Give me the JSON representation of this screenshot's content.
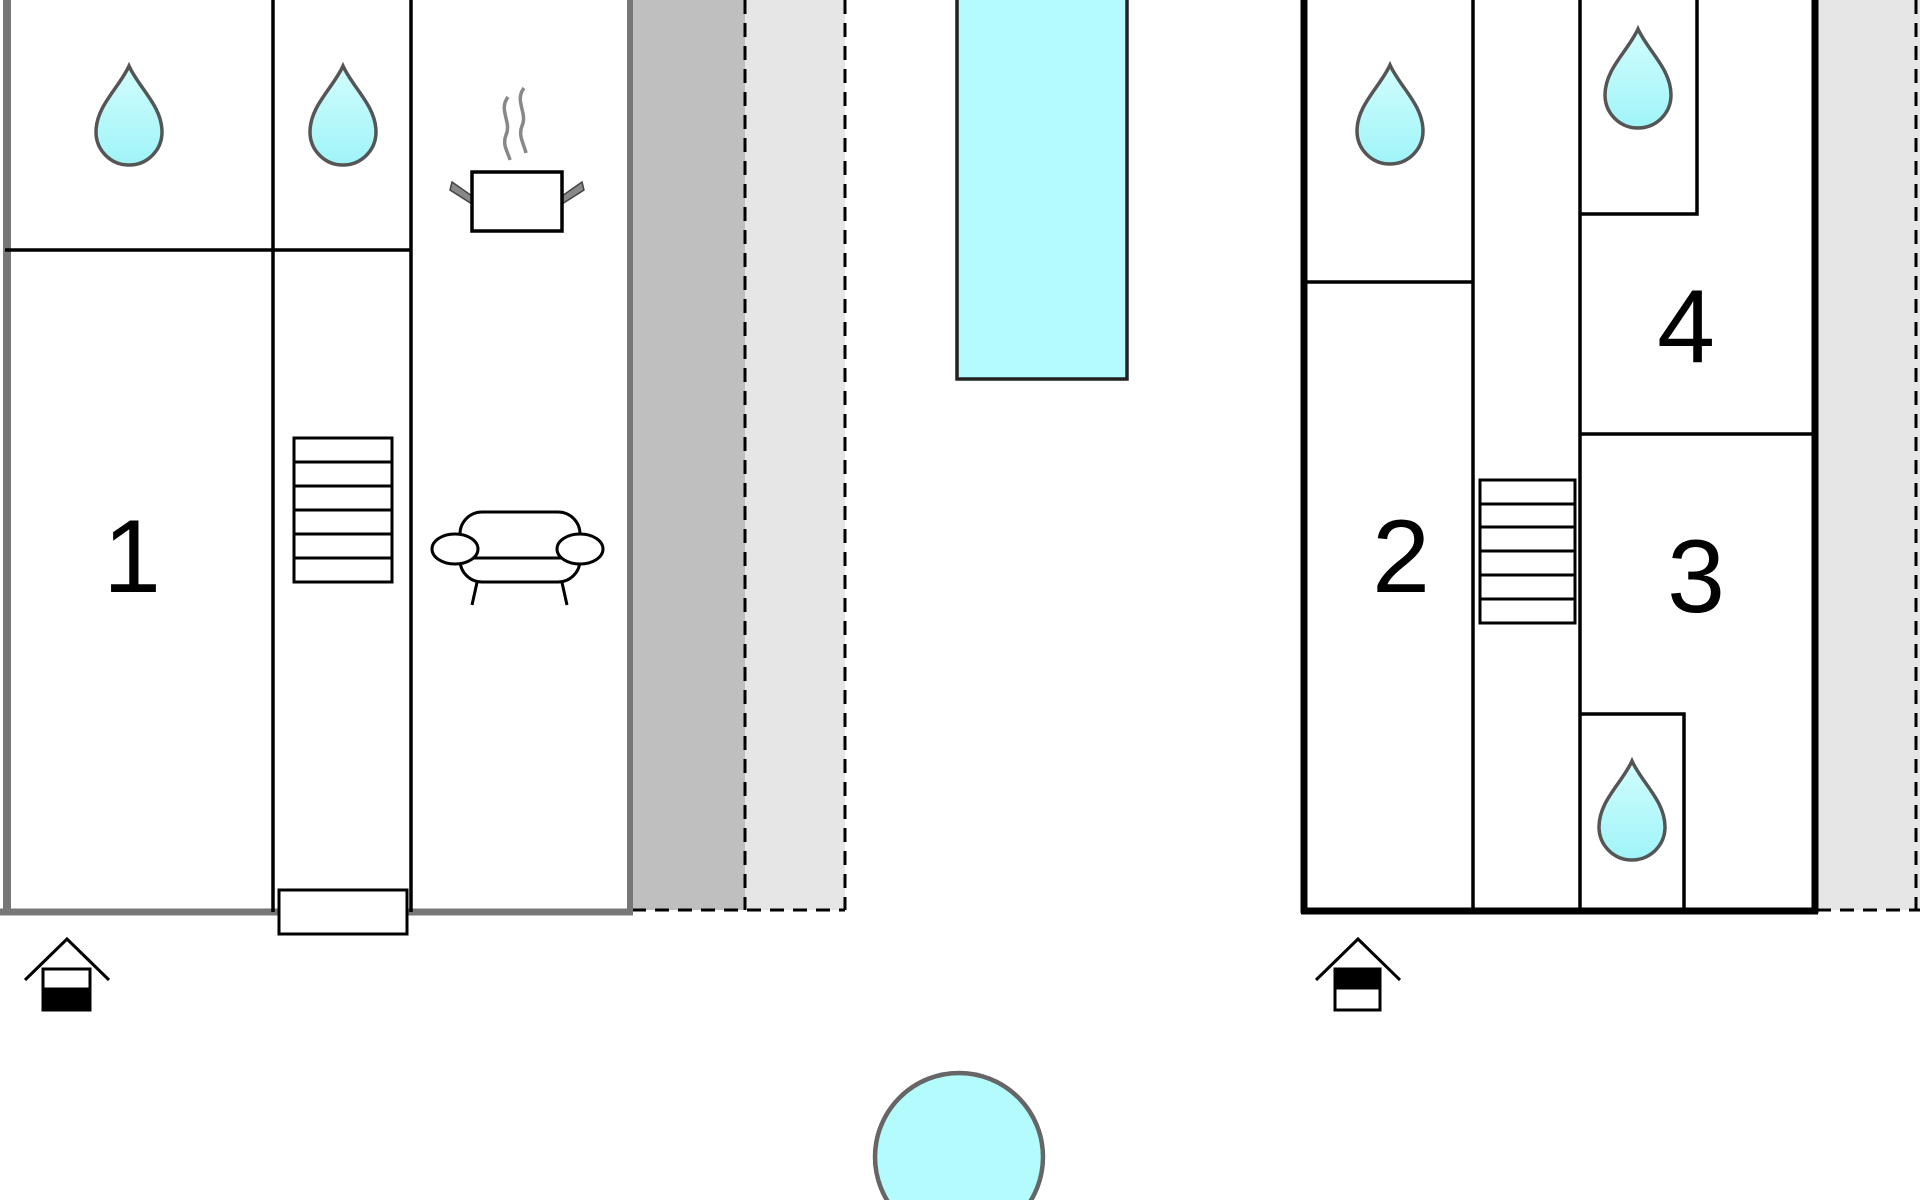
{
  "plan": {
    "colors": {
      "water": "#b3fbfc",
      "terrace_dark": "#bfbfbf",
      "terrace_light": "#e6e6e6",
      "wall": "#000000",
      "outer_wall_left": "#777777"
    },
    "rooms": [
      {
        "number": "1",
        "kind": "bedroom"
      },
      {
        "number": "2",
        "kind": "bedroom"
      },
      {
        "number": "3",
        "kind": "bedroom"
      },
      {
        "number": "4",
        "kind": "bedroom"
      }
    ],
    "icons": {
      "bathroom": "water-drop-icon",
      "kitchen": "cooking-pot-icon",
      "living": "sofa-icon",
      "stairs": "staircase-icon",
      "entrance": "house-entrance-icon",
      "pool": "swimming-pool-icon",
      "hot_tub": "round-pool-icon"
    }
  }
}
